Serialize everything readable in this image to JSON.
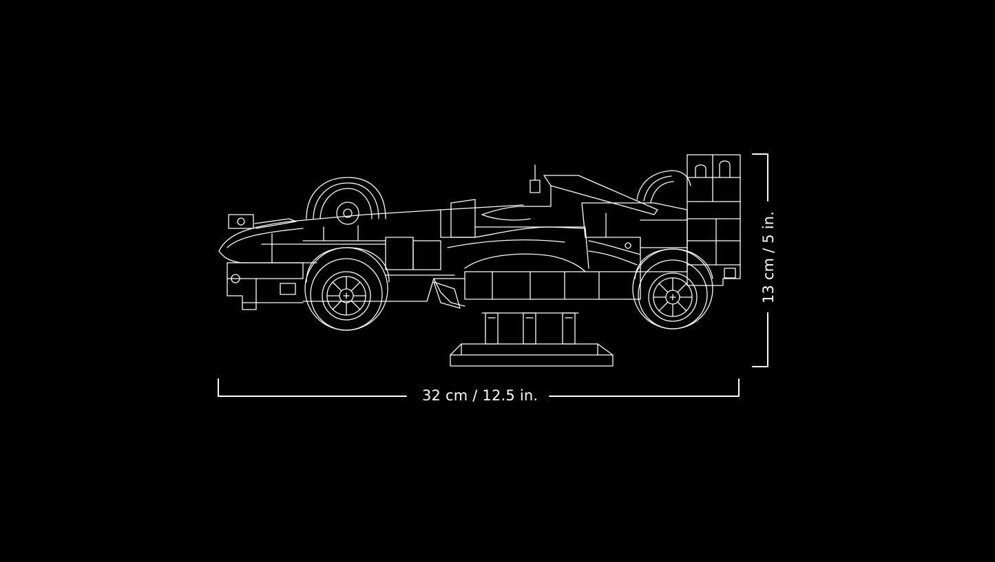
{
  "dimensions": {
    "width_label": "32 cm / 12.5 in.",
    "height_label": "13 cm / 5 in."
  },
  "drawing": {
    "subject": "race-car-line-art",
    "line_color": "#ffffff",
    "background_color": "#000000"
  }
}
